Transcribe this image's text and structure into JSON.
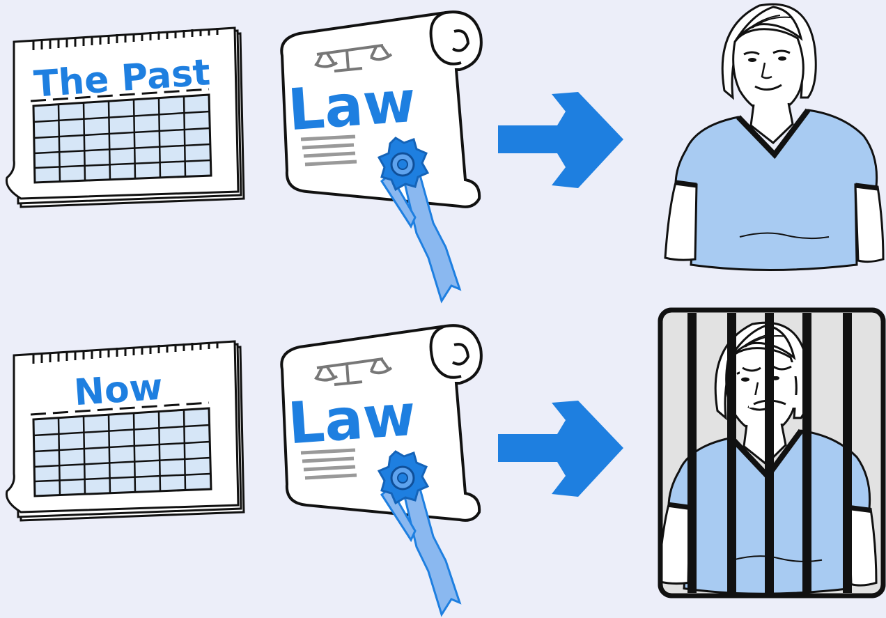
{
  "rows": [
    {
      "calendar_label": "The Past",
      "law_label": "Law",
      "outcome": "free-woman"
    },
    {
      "calendar_label": "Now",
      "law_label": "Law",
      "outcome": "woman-in-jail"
    }
  ],
  "colors": {
    "background": "#eceef9",
    "accent_blue": "#1e7fe0",
    "shirt_blue": "#a8cbf2",
    "calendar_grid": "#d6e6f7",
    "ribbon_blue": "#8ab8f0",
    "bars": "#111111",
    "cell_bg": "#e2e2e2"
  },
  "icons": [
    "calendar-icon",
    "law-scroll-icon",
    "scales-icon",
    "award-ribbon-icon",
    "arrow-right-icon",
    "woman-icon",
    "jail-bars-icon"
  ]
}
